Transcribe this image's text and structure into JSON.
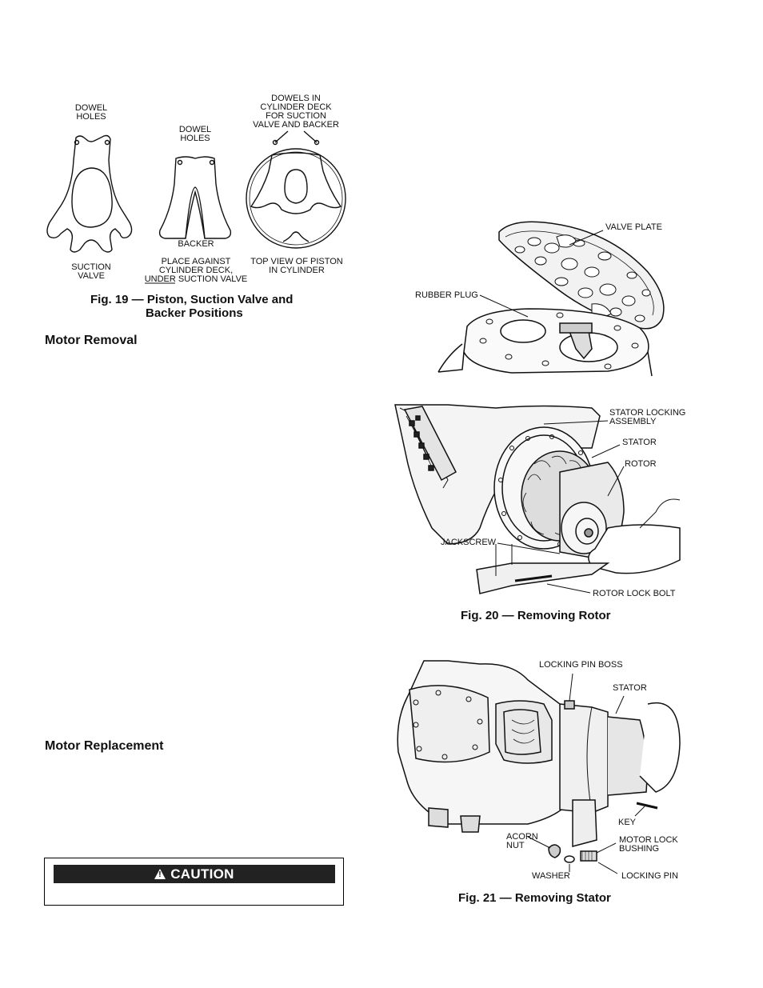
{
  "fig19": {
    "labels": {
      "dowel_holes_left": [
        "DOWEL",
        "HOLES"
      ],
      "suction_valve": [
        "SUCTION",
        "VALVE"
      ],
      "dowel_holes_mid": [
        "DOWEL",
        "HOLES"
      ],
      "backer": "BACKER",
      "place_against": [
        "PLACE AGAINST",
        "CYLINDER DECK,"
      ],
      "under": "UNDER",
      "suction_valve_tail": " SUCTION VALVE",
      "dowels_in": [
        "DOWELS IN",
        "CYLINDER DECK",
        "FOR SUCTION",
        "VALVE AND BACKER"
      ],
      "top_view": [
        "TOP VIEW OF PISTON",
        "IN CYLINDER"
      ]
    },
    "caption": [
      "Fig. 19 — Piston, Suction Valve and",
      "Backer Positions"
    ]
  },
  "headings": {
    "motor_removal": "Motor Removal",
    "motor_replacement": "Motor Replacement"
  },
  "caution": {
    "label": "CAUTION",
    "icon": "warning-triangle-icon"
  },
  "fig_valve_plate": {
    "labels": {
      "valve_plate": "VALVE PLATE",
      "rubber_plug": "RUBBER PLUG"
    }
  },
  "fig20": {
    "labels": {
      "stator_locking": [
        "STATOR LOCKING",
        "ASSEMBLY"
      ],
      "stator": "STATOR",
      "rotor": "ROTOR",
      "jackscrew": "JACKSCREW",
      "rotor_lock_bolt": "ROTOR LOCK BOLT"
    },
    "caption": "Fig. 20 — Removing Rotor"
  },
  "fig21": {
    "labels": {
      "locking_pin_boss": "LOCKING PIN BOSS",
      "stator": "STATOR",
      "key": "KEY",
      "acorn_nut": [
        "ACORN",
        "NUT"
      ],
      "motor_lock_bushing": [
        "MOTOR LOCK",
        "BUSHING"
      ],
      "washer": "WASHER",
      "locking_pin": "LOCKING PIN"
    },
    "caption": "Fig. 21 — Removing Stator"
  }
}
